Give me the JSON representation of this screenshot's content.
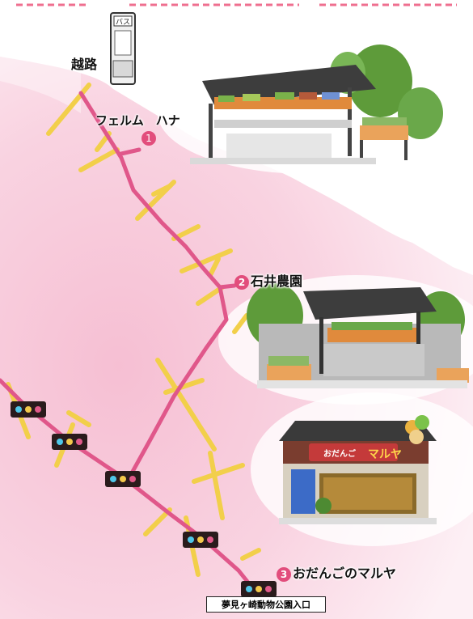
{
  "labels": {
    "bus_stop": "越路",
    "spot1_name": "フェルム　ハナ",
    "spot1_num": "1",
    "spot2_name": "石井農園",
    "spot2_num": "2",
    "spot3_name": "おだんごのマルヤ",
    "spot3_num": "3",
    "entrance": "夢見ヶ崎動物公園入口"
  },
  "bus_sign_text": "バス",
  "shop_sign_text": "マルヤ",
  "shop_sign_prefix": "おだんご",
  "colors": {
    "route": "#e0578a",
    "road": "#f2cf4a",
    "pink_area": "#f9d5e3",
    "border_dashes": "#ef6f8f"
  }
}
